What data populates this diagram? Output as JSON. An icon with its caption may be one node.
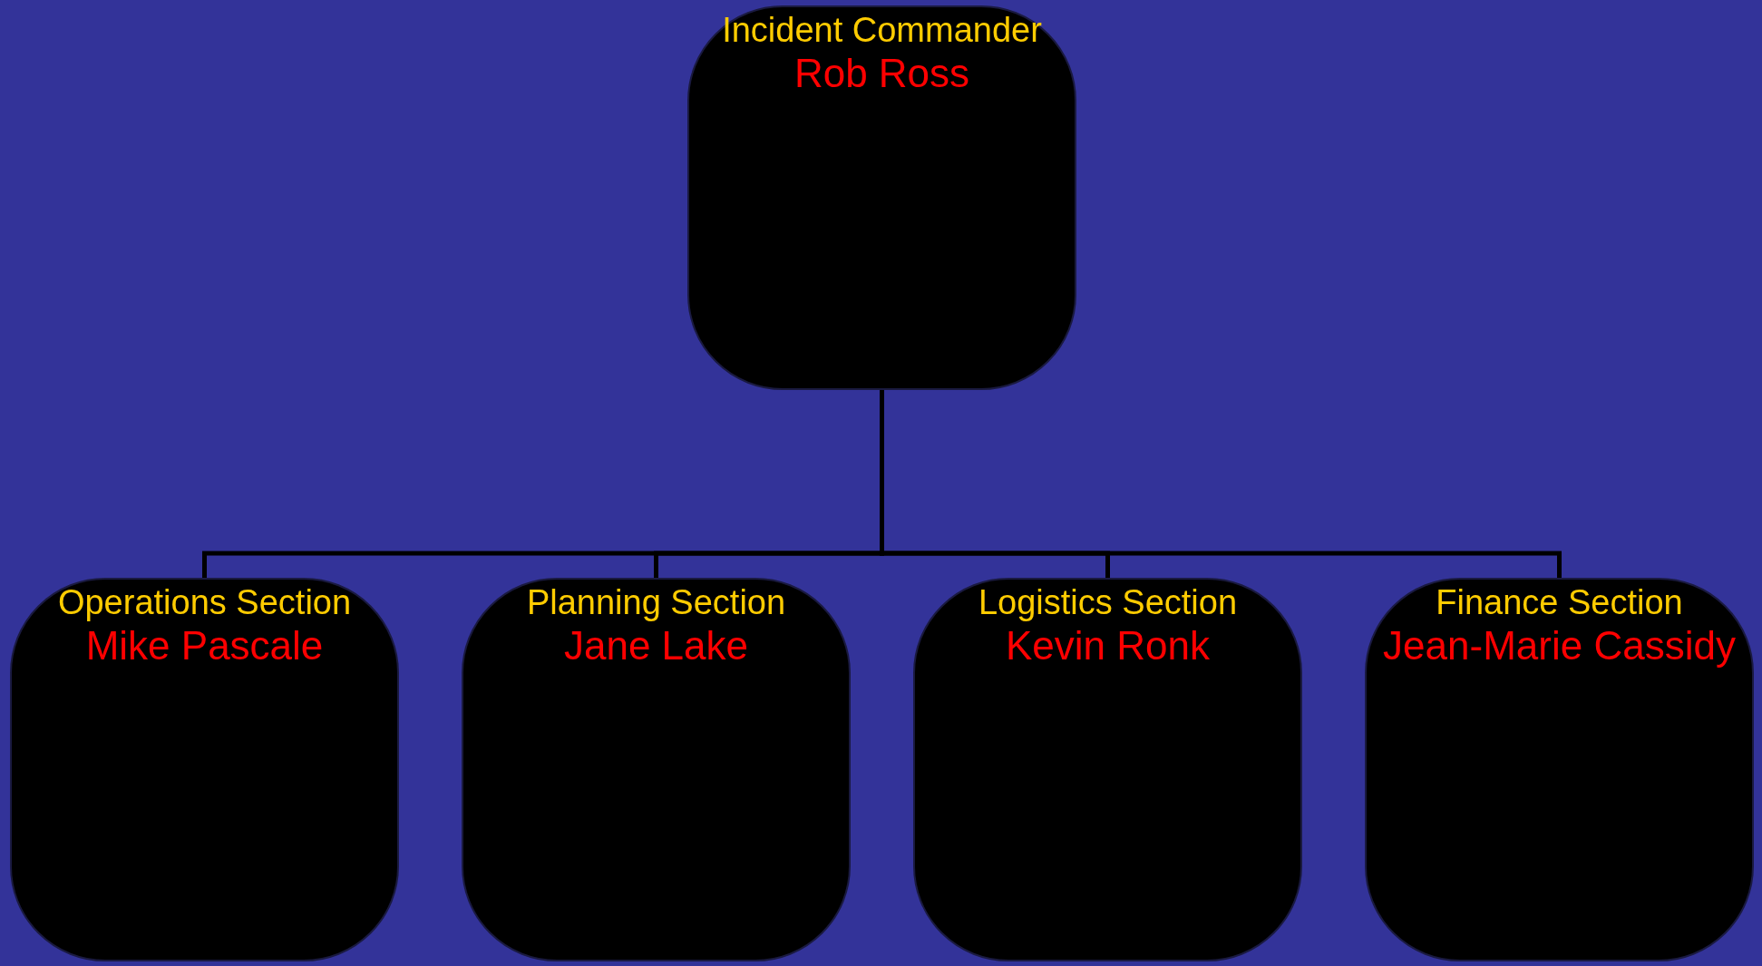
{
  "diagram": {
    "nodes": [
      {
        "text": [
          "Incident Commander",
          "Rob Ross"
        ]
      },
      {
        "text": [
          "Operations Section",
          "Mike Pascale"
        ]
      },
      {
        "text": [
          "Planning Section",
          "Jane Lake"
        ]
      },
      {
        "text": [
          "Logistics Section",
          "Kevin Ronk"
        ]
      },
      {
        "text": [
          "Finance Section",
          "Jean-Marie Cassidy"
        ]
      }
    ],
    "edges": [
      {
        "from": 0,
        "to": 1,
        "arrow": "none"
      },
      {
        "from": 0,
        "to": 2,
        "arrow": "none"
      },
      {
        "from": 0,
        "to": 3,
        "arrow": "none"
      },
      {
        "from": 0,
        "to": 4,
        "arrow": "none"
      }
    ]
  }
}
